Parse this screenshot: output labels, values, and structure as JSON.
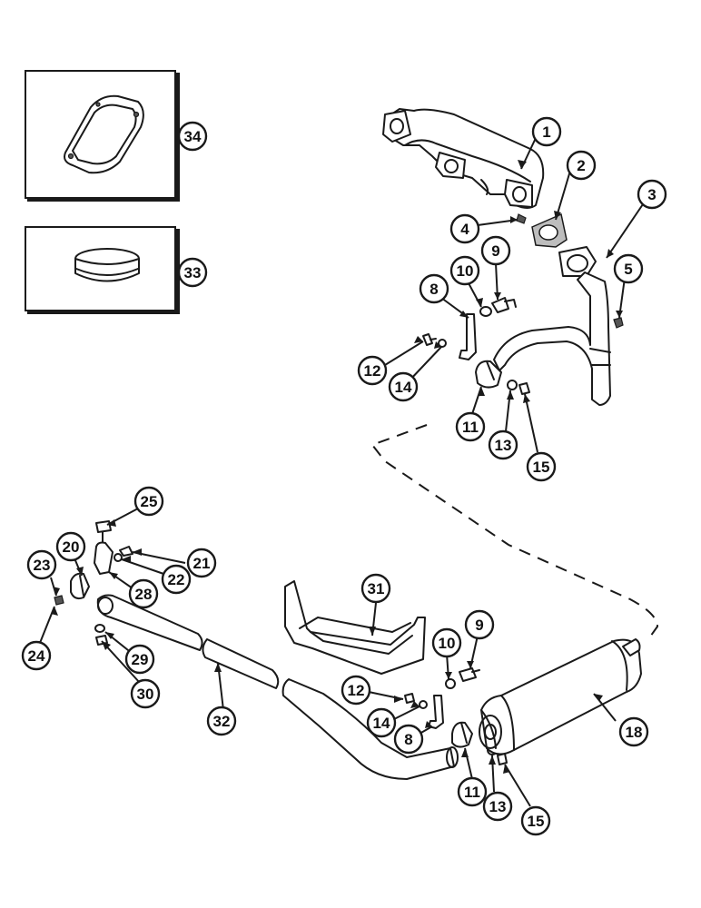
{
  "callouts": [
    {
      "id": "c1",
      "label": "1"
    },
    {
      "id": "c2",
      "label": "2"
    },
    {
      "id": "c3",
      "label": "3"
    },
    {
      "id": "c4",
      "label": "4"
    },
    {
      "id": "c5",
      "label": "5"
    },
    {
      "id": "c8a",
      "label": "8"
    },
    {
      "id": "c9a",
      "label": "9"
    },
    {
      "id": "c10a",
      "label": "10"
    },
    {
      "id": "c11a",
      "label": "11"
    },
    {
      "id": "c12a",
      "label": "12"
    },
    {
      "id": "c13a",
      "label": "13"
    },
    {
      "id": "c14a",
      "label": "14"
    },
    {
      "id": "c15a",
      "label": "15"
    },
    {
      "id": "c18",
      "label": "18"
    },
    {
      "id": "c20",
      "label": "20"
    },
    {
      "id": "c21",
      "label": "21"
    },
    {
      "id": "c22",
      "label": "22"
    },
    {
      "id": "c23",
      "label": "23"
    },
    {
      "id": "c24",
      "label": "24"
    },
    {
      "id": "c25",
      "label": "25"
    },
    {
      "id": "c28",
      "label": "28"
    },
    {
      "id": "c29",
      "label": "29"
    },
    {
      "id": "c30",
      "label": "30"
    },
    {
      "id": "c31",
      "label": "31"
    },
    {
      "id": "c32",
      "label": "32"
    },
    {
      "id": "c33",
      "label": "33"
    },
    {
      "id": "c34",
      "label": "34"
    },
    {
      "id": "c8b",
      "label": "8"
    },
    {
      "id": "c9b",
      "label": "9"
    },
    {
      "id": "c10b",
      "label": "10"
    },
    {
      "id": "c11b",
      "label": "11"
    },
    {
      "id": "c12b",
      "label": "12"
    },
    {
      "id": "c13b",
      "label": "13"
    },
    {
      "id": "c14b",
      "label": "14"
    },
    {
      "id": "c15b",
      "label": "15"
    }
  ]
}
